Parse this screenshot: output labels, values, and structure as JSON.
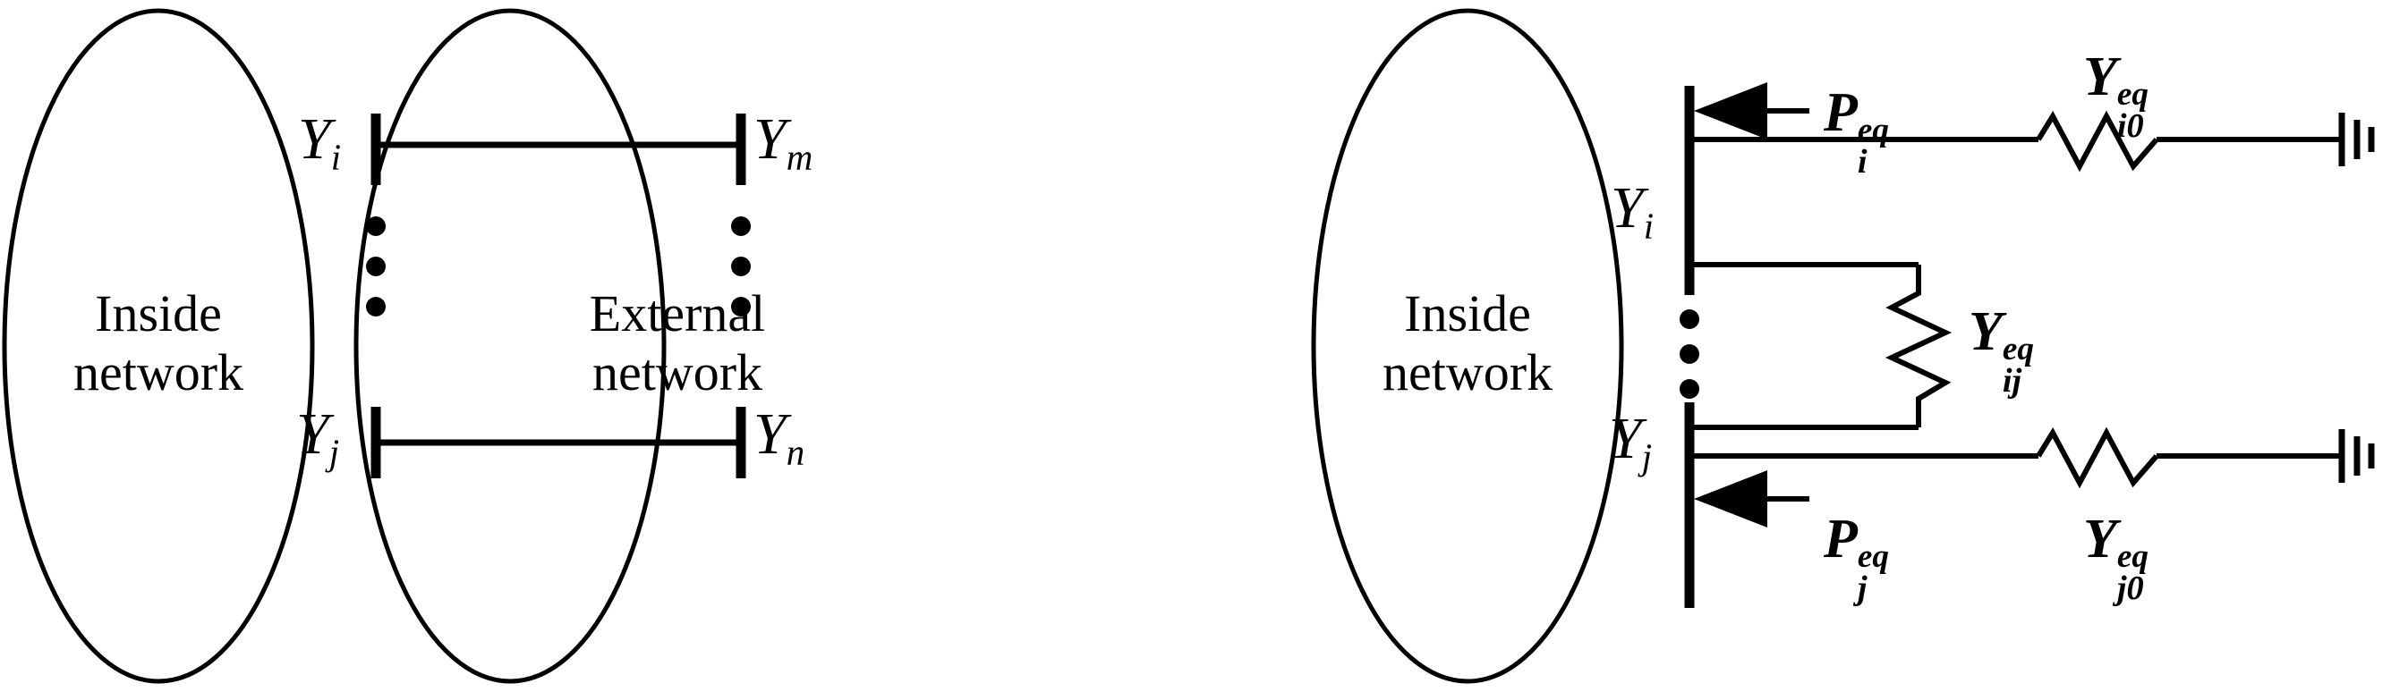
{
  "figure": {
    "type": "schematic-diagram",
    "subject": "power-system-network-equivalencing",
    "background_color": "#ffffff",
    "line_color": "#000000",
    "panels": 2
  },
  "left_panel": {
    "name": "original-interconnected-system",
    "inside_network": {
      "caption_line1": "Inside",
      "caption_line2": "network"
    },
    "external_network": {
      "caption_line1": "External",
      "caption_line2": "network"
    },
    "buses": [
      {
        "id": "bus-yi",
        "base": "Y",
        "sub": "i",
        "side": "inside",
        "position": "top"
      },
      {
        "id": "bus-yj",
        "base": "Y",
        "sub": "j",
        "side": "inside",
        "position": "bottom"
      },
      {
        "id": "bus-ym",
        "base": "Y",
        "sub": "m",
        "side": "external",
        "position": "top"
      },
      {
        "id": "bus-yn",
        "base": "Y",
        "sub": "n",
        "side": "external",
        "position": "bottom"
      }
    ],
    "tie_lines": [
      {
        "id": "tie-i-m",
        "from": "bus-yi",
        "to": "bus-ym"
      },
      {
        "id": "tie-j-n",
        "from": "bus-yj",
        "to": "bus-yn"
      }
    ],
    "ellipsis_count": 3
  },
  "right_panel": {
    "name": "equivalent-reduced-system",
    "inside_network": {
      "caption_line1": "Inside",
      "caption_line2": "network"
    },
    "buses": [
      {
        "id": "bus-yi",
        "base": "Y",
        "sub": "i",
        "position": "top"
      },
      {
        "id": "bus-yj",
        "base": "Y",
        "sub": "j",
        "position": "bottom"
      }
    ],
    "injections": [
      {
        "id": "inj-i",
        "base": "P",
        "sup": "eq",
        "sub": "i",
        "direction": "into-bus",
        "at": "bus-yi"
      },
      {
        "id": "inj-j",
        "base": "P",
        "sup": "eq",
        "sub": "j",
        "direction": "into-bus",
        "at": "bus-yj"
      }
    ],
    "shunt_admittances": [
      {
        "id": "shunt-i0",
        "base": "Y",
        "sup": "eq",
        "sub": "i0",
        "from": "bus-yi",
        "to": "ground"
      },
      {
        "id": "shunt-j0",
        "base": "Y",
        "sup": "eq",
        "sub": "j0",
        "from": "bus-yj",
        "to": "ground"
      }
    ],
    "series_admittance": {
      "id": "series-ij",
      "base": "Y",
      "sup": "eq",
      "sub": "ij",
      "from": "bus-yi",
      "to": "bus-yj",
      "orientation": "vertical"
    },
    "ground_symbols": 2,
    "ellipsis_count": 3
  }
}
